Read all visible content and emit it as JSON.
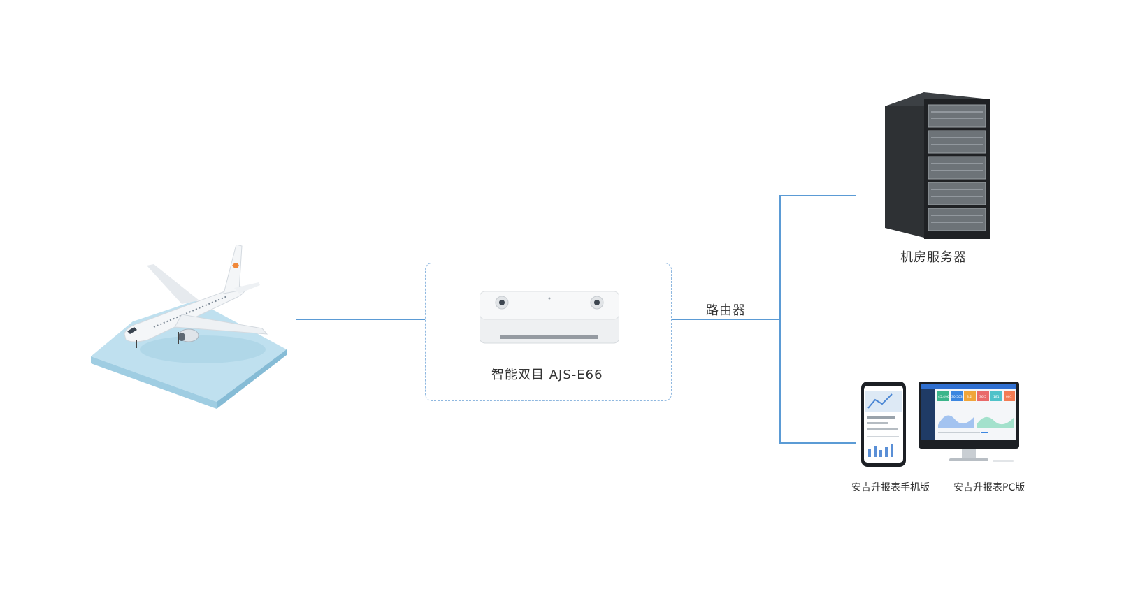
{
  "device": {
    "label": "智能双目 AJS-E66"
  },
  "router": {
    "label": "路由器"
  },
  "server": {
    "label": "机房服务器"
  },
  "clients": {
    "mobile_label": "安吉升报表手机版",
    "pc_label": "安吉升报表PC版"
  },
  "dashboard": {
    "tiles": [
      "45,496",
      "30,503",
      "3.2",
      "36.5",
      "181",
      "001"
    ]
  },
  "colors": {
    "line": "#5b9bd5",
    "box_border": "#8fb8e0",
    "platform": "#bfe0ef",
    "tail_accent": "#f0883a"
  }
}
